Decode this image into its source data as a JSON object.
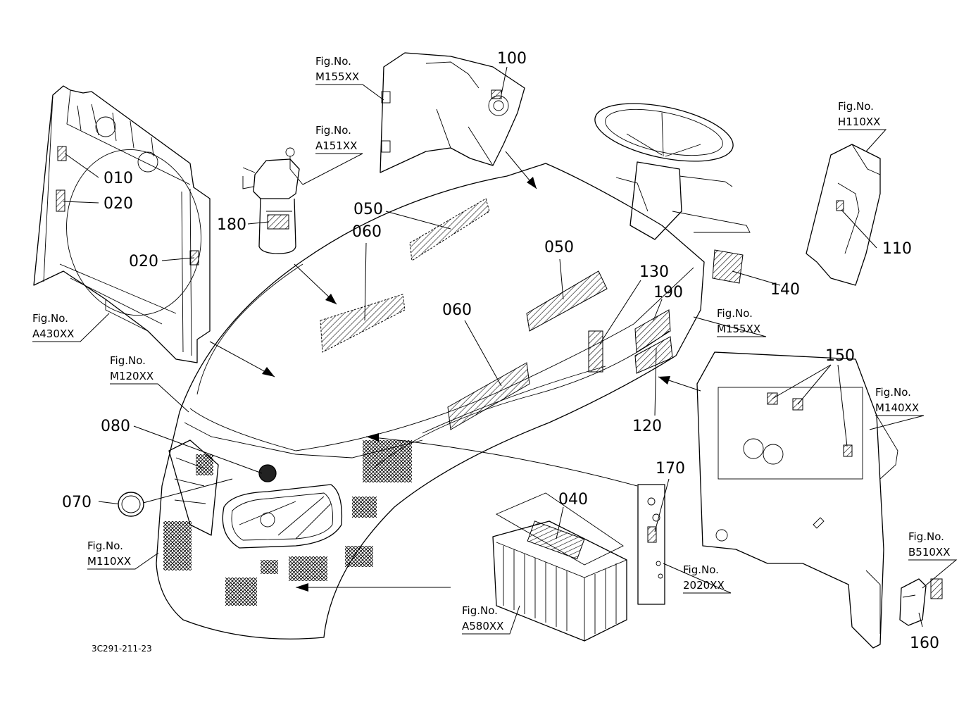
{
  "diagram": {
    "drawing_code": "3C291-211-23",
    "fig_prefix": "Fig.No.",
    "callouts": {
      "c010": "010",
      "c020a": "020",
      "c020b": "020",
      "c040": "040",
      "c050a": "050",
      "c050b": "050",
      "c060a": "060",
      "c060b": "060",
      "c070": "070",
      "c080": "080",
      "c100": "100",
      "c110": "110",
      "c120": "120",
      "c130": "130",
      "c140": "140",
      "c150": "150",
      "c160": "160",
      "c170": "170",
      "c180": "180",
      "c190": "190"
    },
    "figure_refs": {
      "m155_top": "M155XX",
      "a151": "A151XX",
      "h110": "H110XX",
      "a430": "A430XX",
      "m120": "M120XX",
      "m155_right": "M155XX",
      "m140": "M140XX",
      "m110": "M110XX",
      "b510": "B510XX",
      "a580": "A580XX",
      "f2020": "2020XX"
    }
  }
}
